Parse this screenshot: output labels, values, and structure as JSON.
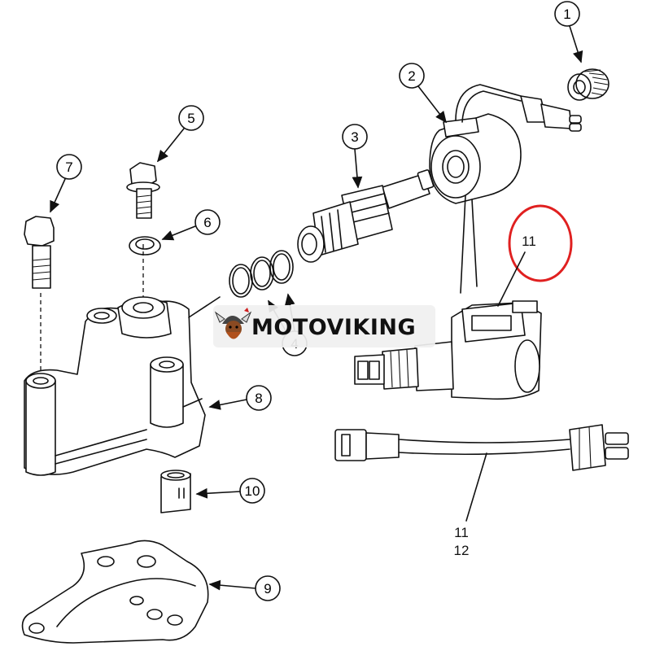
{
  "callouts": {
    "c1": "1",
    "c2": "2",
    "c3": "3",
    "c4": "4",
    "c5": "5",
    "c6": "6",
    "c7": "7",
    "c8": "8",
    "c9": "9",
    "c10": "10",
    "c11_top": "11",
    "c11_bottom": "11",
    "c12": "12"
  },
  "watermark": {
    "text": "MOTOVIKING"
  },
  "colors": {
    "highlight": "#e02020",
    "line": "#111111",
    "watermark_bg": "#f0f0f0"
  }
}
